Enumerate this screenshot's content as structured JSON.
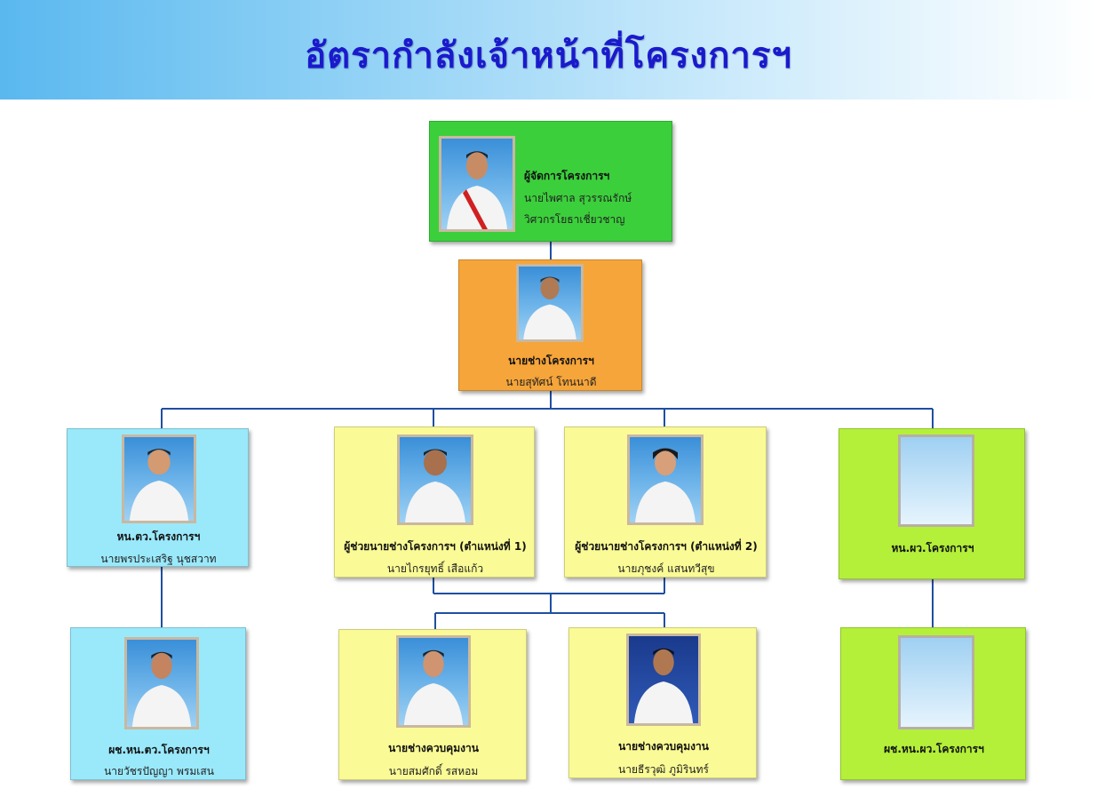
{
  "header": {
    "title": "อัตรากำลังเจ้าหน้าที่โครงการฯ"
  },
  "colors": {
    "manager": "#3ccf3c",
    "engineer": "#f6a53a",
    "cyan": "#9ae9fb",
    "yellow": "#fafa96",
    "lime": "#b4f03a",
    "line": "#1f4fa0",
    "title": "#1a1acc"
  },
  "manager": {
    "role": "ผู้จัดการโครงการฯ",
    "name": "นายไพศาล สุวรรณรักษ์",
    "title": "วิศวกรโยธาเชี่ยวชาญ"
  },
  "engineer": {
    "role": "นายช่างโครงการฯ",
    "name": "นายสุทัศน์ โทนนาดี"
  },
  "staff": [
    {
      "role": "หน.ตว.โครงการฯ",
      "name": "นายพรประเสริฐ นุชสวาท"
    },
    {
      "role": "ผู้ช่วยนายช่างโครงการฯ (ตำแหน่งที่ 1)",
      "name": "นายไกรยุทธิ์ เสือแก้ว"
    },
    {
      "role": "ผู้ช่วยนายช่างโครงการฯ (ตำแหน่งที่ 2)",
      "name": "นายภุชงค์ แสนทวีสุข"
    },
    {
      "role": "หน.ผว.โครงการฯ",
      "name": ""
    }
  ],
  "sub": [
    {
      "role": "ผช.หน.ตว.โครงการฯ",
      "name": "นายวัชรปัญญา พรมเสน"
    },
    {
      "role": "นายช่างควบคุมงาน",
      "name": "นายสมศักดิ์ รสหอม"
    },
    {
      "role": "นายช่างควบคุมงาน",
      "name": "นายธีรวุฒิ ภูมิรินทร์"
    },
    {
      "role": "ผช.หน.ผว.โครงการฯ",
      "name": ""
    }
  ]
}
